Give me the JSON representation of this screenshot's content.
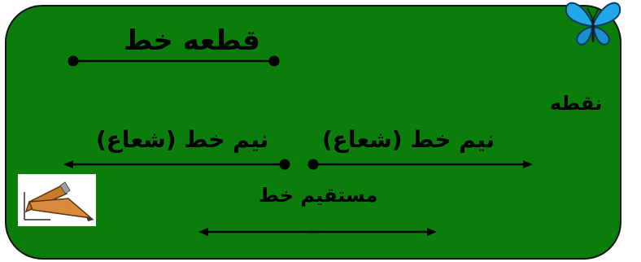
{
  "labels": {
    "segment": "قطعه خط",
    "point": "نقطه",
    "ray_left": "نیم خط (شعاع)",
    "ray_right": "نیم خط (شعاع)",
    "line": "مستقیم خط"
  },
  "icons": [
    "butterfly-icon",
    "pencil-icon"
  ],
  "colors": {
    "board": "#0b7d0b",
    "ink": "#000000",
    "butterfly": "#22a8e8"
  }
}
